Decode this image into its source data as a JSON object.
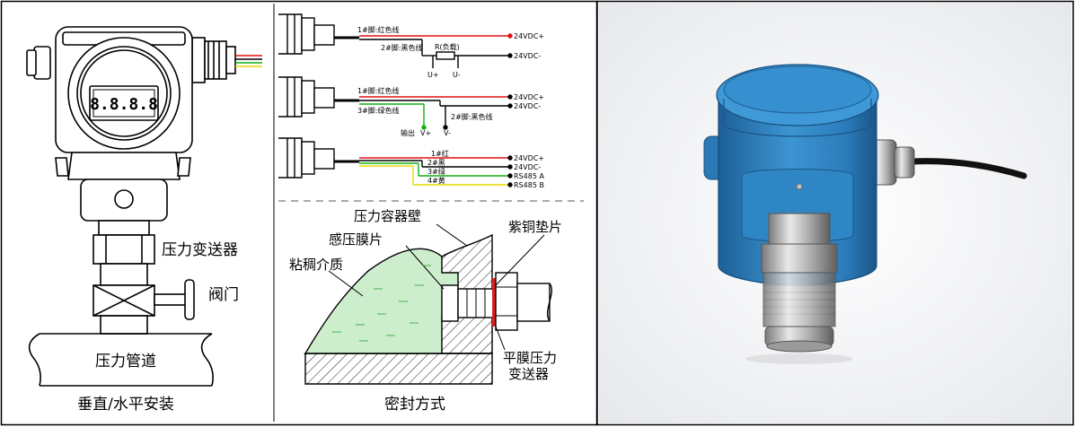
{
  "install": {
    "display": "8.8.8.8",
    "transmitter_label": "压力变送器",
    "valve_label": "阀门",
    "pipe_label": "压力管道",
    "caption": "垂直/水平安装"
  },
  "wiring": {
    "w1": {
      "pin1": "1#脚:红色线",
      "pin2": "2#脚:黑色线",
      "load": "R(负载)",
      "vplus": "24VDC+",
      "vminus": "24VDC-",
      "uplus": "U+",
      "uminus": "U-"
    },
    "w2": {
      "pin1": "1#脚:红色线",
      "pin3": "3#脚:绿色线",
      "pin2": "2#脚:黑色线",
      "vplus": "24VDC+",
      "vminus": "24VDC-",
      "out": "输出",
      "outplus": "V+",
      "outminus": "V-"
    },
    "w3": {
      "pin1": "1#红",
      "pin2": "2#黑",
      "pin3": "3#绿",
      "pin4": "4#黄",
      "vplus": "24VDC+",
      "vminus": "24VDC-",
      "rs485a": "RS485 A",
      "rs485b": "RS485 B"
    },
    "colors": {
      "red": "#e01010",
      "black": "#000000",
      "green": "#10b010",
      "yellow": "#e8d800"
    }
  },
  "seal": {
    "vessel_wall": "压力容器壁",
    "diaphragm": "感压膜片",
    "gasket": "紫铜垫片",
    "medium": "粘稠介质",
    "flat_label_1": "平膜压力",
    "flat_label_2": "变送器",
    "caption": "密封方式",
    "medium_color": "#cdeecd",
    "gasket_color": "#e02020"
  },
  "photo": {
    "body_color": "#2f86c4",
    "background": "#eef0f3"
  }
}
